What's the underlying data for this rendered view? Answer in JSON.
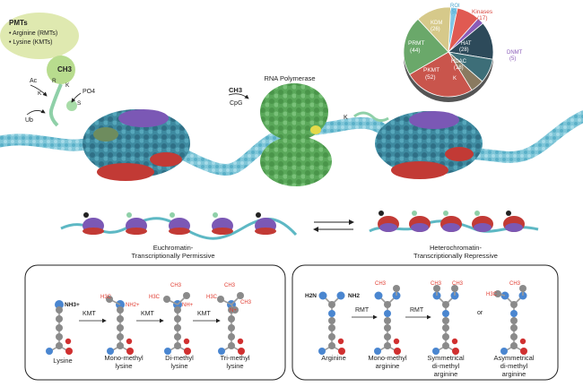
{
  "callout": {
    "title": "PMTs",
    "items": [
      "• Arginine (RMTs)",
      "• Lysine (KMTs)"
    ]
  },
  "mod_labels": {
    "ch3": "CH3",
    "r": "R",
    "k": "K",
    "ac": "Ac",
    "po4": "PO4",
    "s": "S",
    "ub": "Ub",
    "k2": "K",
    "k_right": "K",
    "ch3_mid": "CH3",
    "cpg": "CpG"
  },
  "rna_polymerase": "RNA Polymerase",
  "pie": {
    "slices": [
      {
        "label": "ROI",
        "value": 5,
        "color": "#7ec6e6"
      },
      {
        "label": "Kinases",
        "value": 17,
        "color": "#e05a52"
      },
      {
        "label": "DNMT",
        "value": 5,
        "color": "#8a5cb8"
      },
      {
        "label": "HAT",
        "value": 28,
        "color": "#2d4a5a"
      },
      {
        "label": "HDAC",
        "value": 18,
        "color": "#3d6e78"
      },
      {
        "label": "K",
        "value": 10,
        "color": "#8a7a60"
      },
      {
        "label": "PKMT",
        "value": 52,
        "color": "#c9554c"
      },
      {
        "label": "PRMT",
        "value": 44,
        "color": "#6aa86a"
      },
      {
        "label": "KDM",
        "value": 26,
        "color": "#d6c98a"
      }
    ],
    "text": {
      "roi": "ROI",
      "roi_n": "(5)",
      "kinases": "Kinases",
      "kinases_n": "(17)",
      "dnmt": "DNMT",
      "dnmt_n": "(5)",
      "hat": "HAT",
      "hat_n": "(28)",
      "hdac": "HDAC",
      "hdac_n": "(18)",
      "k": "K",
      "pkmt": "PKMT",
      "pkmt_n": "(52)",
      "prmt": "PRMT",
      "prmt_n": "(44)",
      "kdm": "KDM",
      "kdm_n": "(26)"
    }
  },
  "states": {
    "eu_line1": "Euchromatin-",
    "eu_line2": "Transcriptionally Permissive",
    "hetero_line1": "Heterochromatin-",
    "hetero_line2": "Transcriptionally Repressive"
  },
  "lysine": {
    "nh3": "NH3+",
    "h3c": "H3C",
    "nh2": "NH2+",
    "ch3": "CH3",
    "nh": "NH+",
    "n": "N+",
    "kmt1": "KMT",
    "kmt2": "KMT",
    "kmt3": "KMT",
    "names": [
      "Lysine",
      "Mono-methyl",
      "lysine",
      "Di-methyl",
      "lysine",
      "Tri-methyl",
      "lysine"
    ]
  },
  "arginine": {
    "h2n": "H2N",
    "nh2": "NH2",
    "ch3": "CH3",
    "h3c": "H3C",
    "rmt1": "RMT",
    "rmt2": "RMT",
    "or": "or",
    "names": [
      "Arginine",
      "Mono-methyl",
      "arginine",
      "Symmetrical",
      "di-methyl",
      "arginine",
      "Asymmetrical",
      "di-methyl",
      "arginine"
    ]
  }
}
